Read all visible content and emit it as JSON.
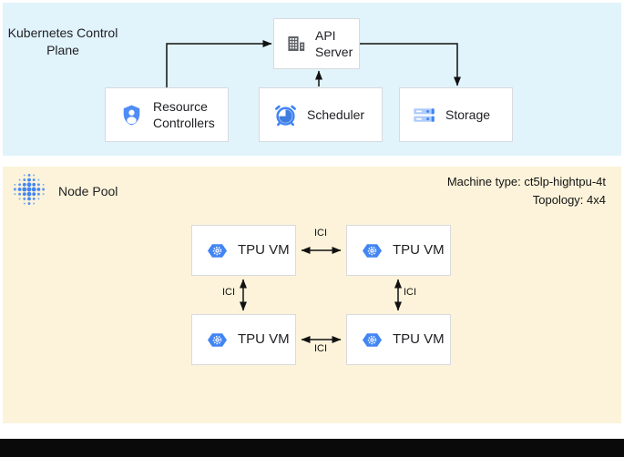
{
  "control_plane": {
    "title": "Kubernetes Control Plane",
    "api_server": {
      "label": "API Server",
      "icon": "building-icon"
    },
    "resource_controllers": {
      "label": "Resource Controllers",
      "icon": "shield-user-icon"
    },
    "scheduler": {
      "label": "Scheduler",
      "icon": "alarm-clock-icon"
    },
    "storage": {
      "label": "Storage",
      "icon": "storage-disks-icon"
    }
  },
  "node_pool": {
    "title": "Node Pool",
    "icon": "dot-cluster-icon",
    "machine_type": "Machine type: ct5lp-hightpu-4t",
    "topology": "Topology: 4x4",
    "vms": [
      {
        "label": "TPU VM",
        "icon": "gke-hexagon-gear-icon"
      },
      {
        "label": "TPU VM",
        "icon": "gke-hexagon-gear-icon"
      },
      {
        "label": "TPU VM",
        "icon": "gke-hexagon-gear-icon"
      },
      {
        "label": "TPU VM",
        "icon": "gke-hexagon-gear-icon"
      }
    ],
    "links": [
      {
        "label": "ICI"
      },
      {
        "label": "ICI"
      },
      {
        "label": "ICI"
      },
      {
        "label": "ICI"
      }
    ]
  },
  "colors": {
    "control_plane_bg": "#e1f3fb",
    "node_pool_bg": "#fcf3da",
    "google_blue": "#4285f4",
    "icon_gray": "#5f6368",
    "storage_light_blue": "#aecbfa",
    "box_border": "#d8dade",
    "arrow": "#111111"
  }
}
